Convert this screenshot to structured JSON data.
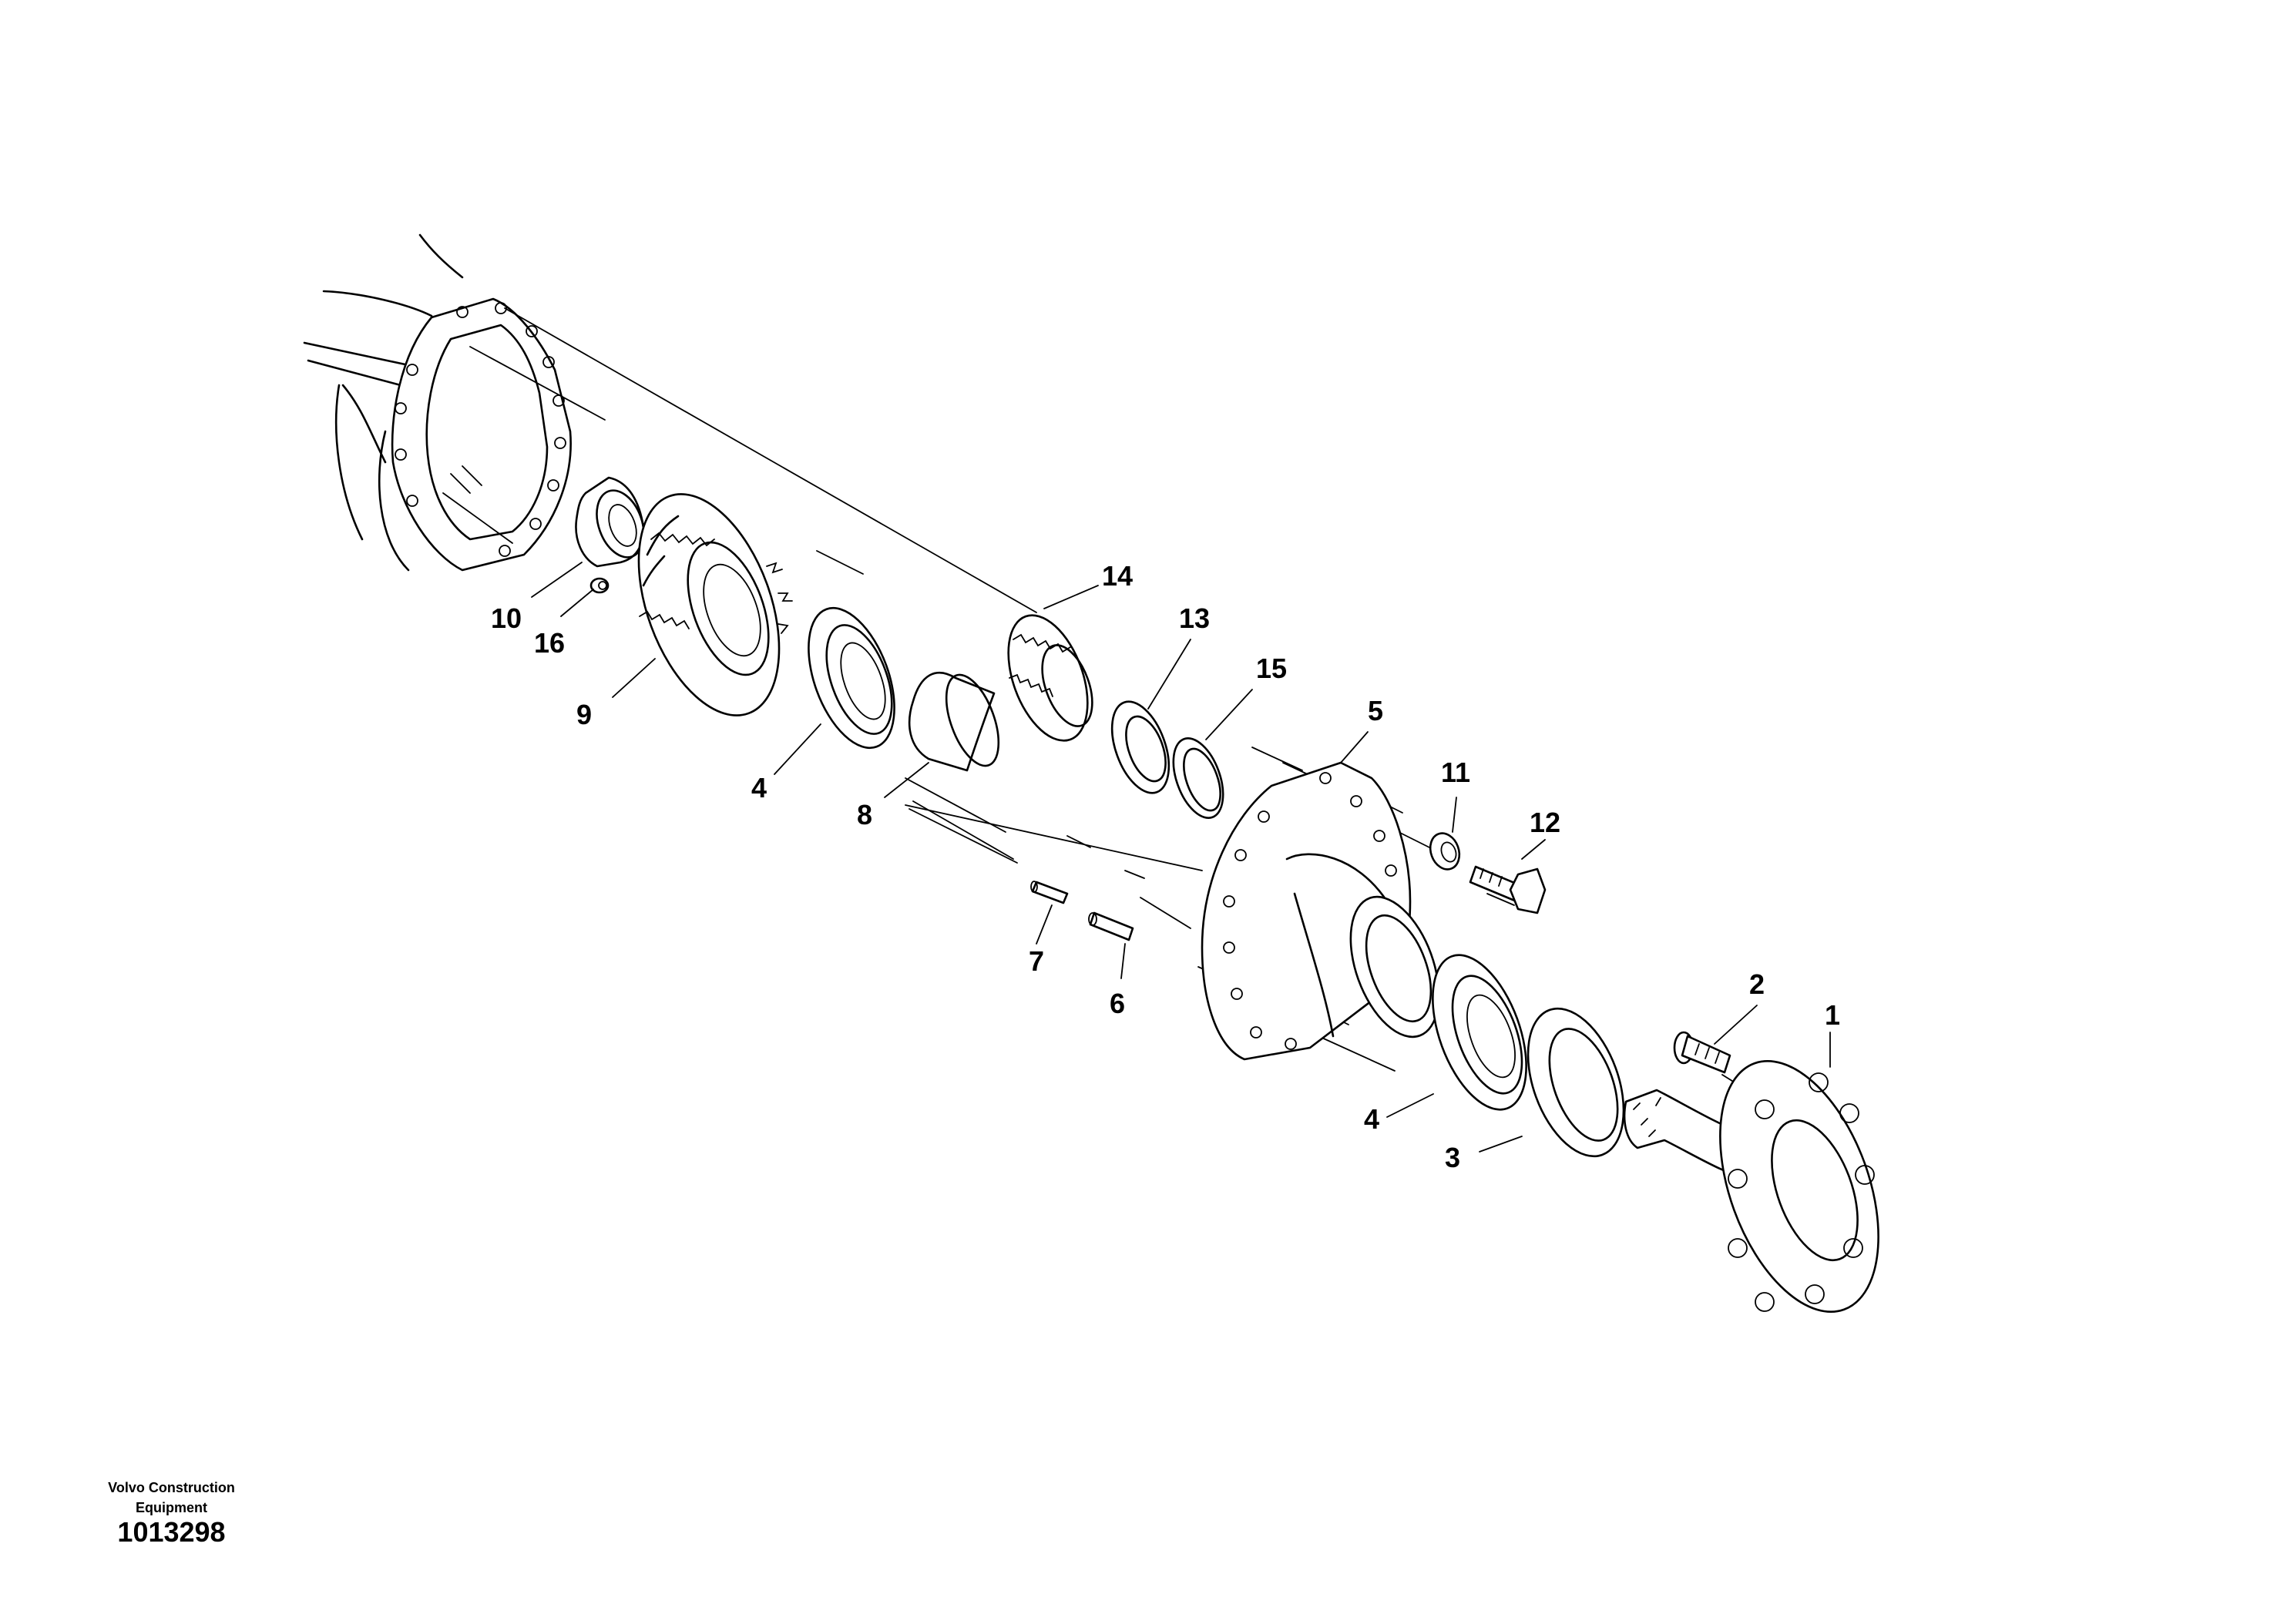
{
  "callouts": [
    "1",
    "2",
    "3",
    "4",
    "4",
    "5",
    "6",
    "7",
    "8",
    "9",
    "10",
    "11",
    "12",
    "13",
    "14",
    "15",
    "16"
  ],
  "footer": {
    "company": "Volvo Construction Equipment",
    "drawing_number": "1013298"
  }
}
